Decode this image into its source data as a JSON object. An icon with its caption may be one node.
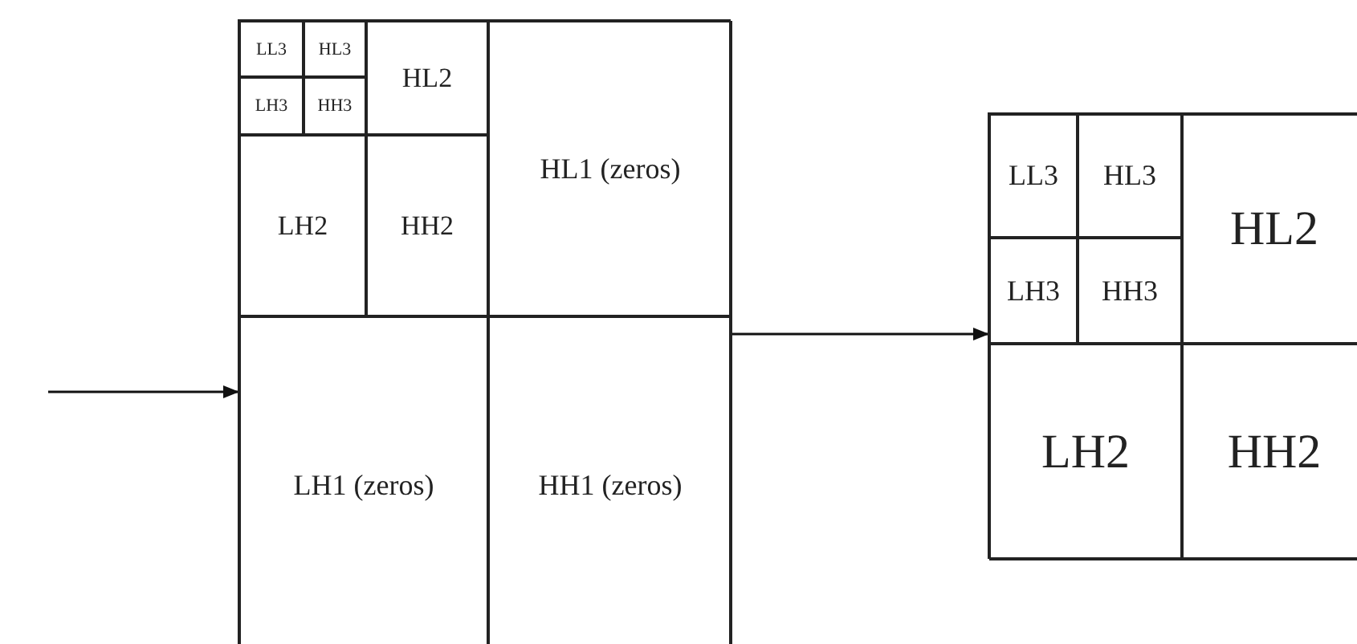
{
  "diagram": {
    "nodes": [
      {
        "text": [],
        "shape": "box"
      },
      {
        "text": [
          "LL3"
        ],
        "in": 0
      },
      {
        "text": [
          "HL3"
        ],
        "in": 0
      },
      {
        "text": [
          "LH3"
        ],
        "in": 0
      },
      {
        "text": [
          "HH3"
        ],
        "in": 0
      },
      {
        "text": [
          "HL2"
        ],
        "in": 0
      },
      {
        "text": [
          "LH2"
        ],
        "in": 0
      },
      {
        "text": [
          "HH2"
        ],
        "in": 0
      },
      {
        "text": [
          "HL1 (zeros)"
        ],
        "in": 0
      },
      {
        "text": [
          "LH1 (zeros)"
        ],
        "in": 0
      },
      {
        "text": [
          "HH1 (zeros)"
        ],
        "in": 0
      },
      {
        "text": [],
        "shape": "box"
      },
      {
        "text": [
          "LL3"
        ],
        "in": 11
      },
      {
        "text": [
          "HL3"
        ],
        "in": 11
      },
      {
        "text": [
          "LH3"
        ],
        "in": 11
      },
      {
        "text": [
          "HH3"
        ],
        "in": 11
      },
      {
        "text": [
          "HL2"
        ],
        "in": 11
      },
      {
        "text": [
          "LH2"
        ],
        "in": 11
      },
      {
        "text": [
          "HH2"
        ],
        "in": 11
      }
    ],
    "edges": [
      {
        "from": null,
        "to": 0,
        "arrow": "to"
      },
      {
        "from": 0,
        "to": 11,
        "arrow": "to"
      }
    ]
  }
}
